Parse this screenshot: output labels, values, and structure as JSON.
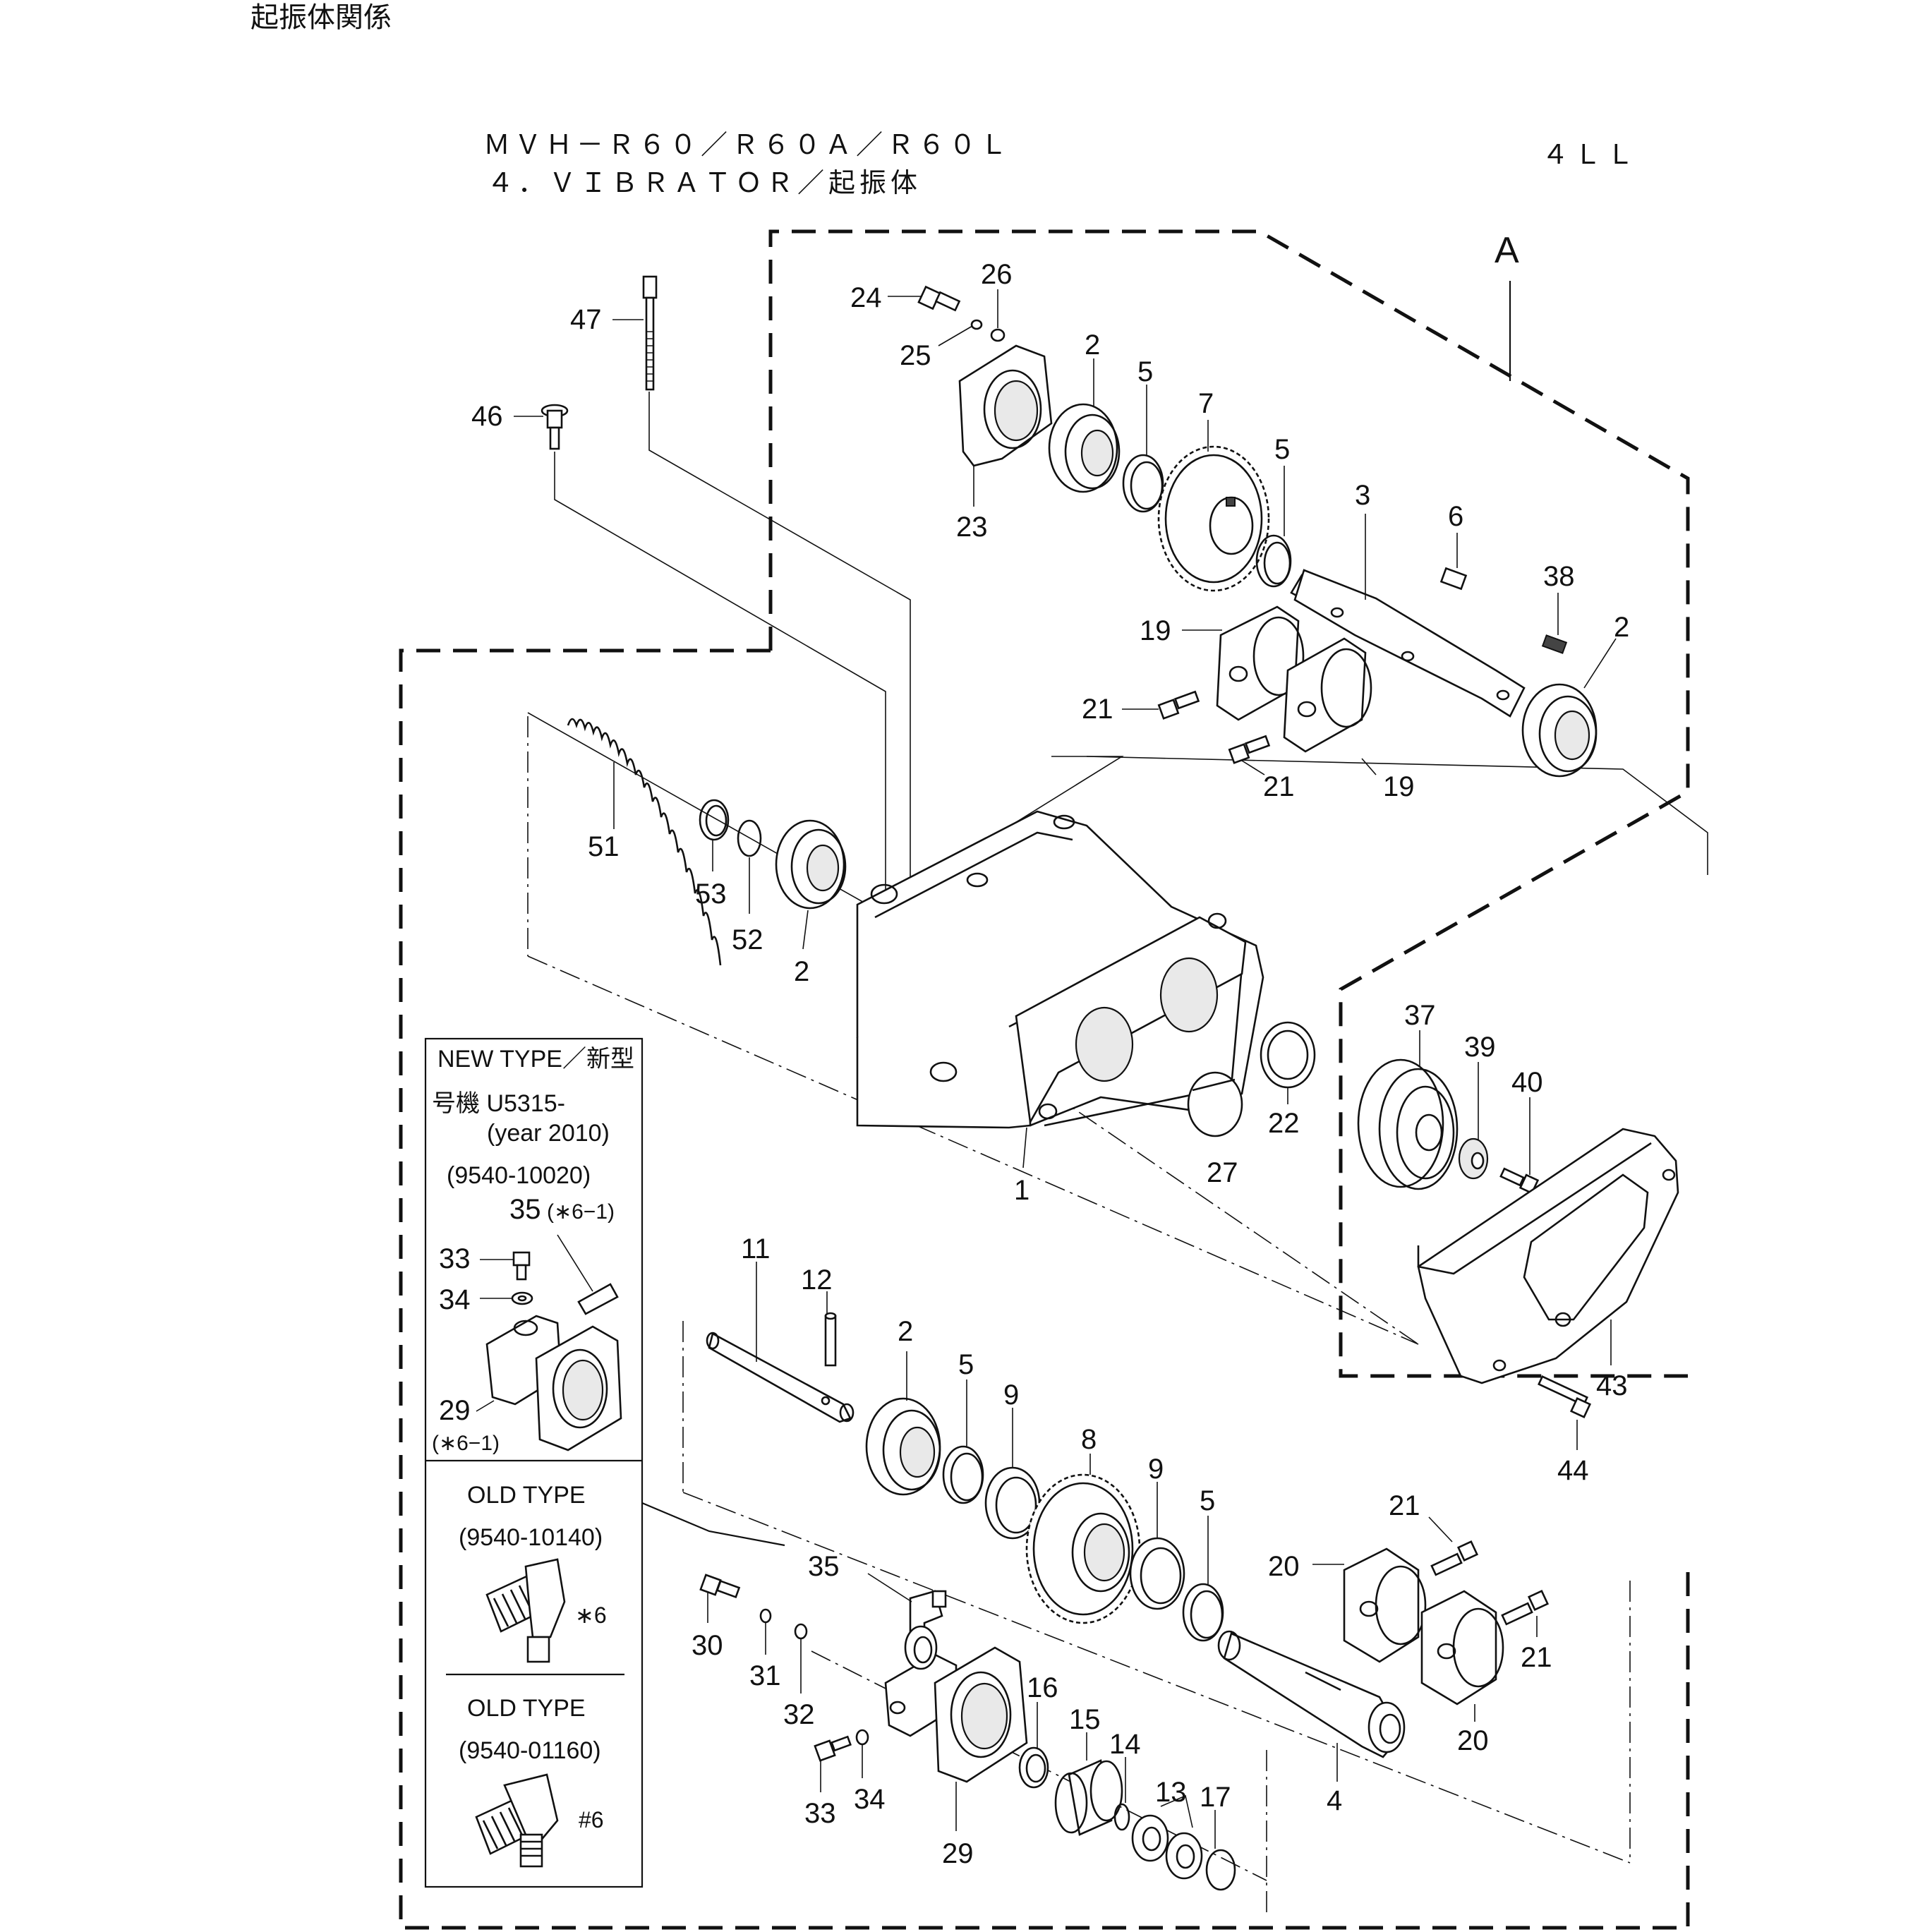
{
  "page": {
    "section_title": "起振体関係",
    "model": "ＭＶＨ－Ｒ６０／Ｒ６０Ａ／Ｒ６０Ｌ",
    "subtitle": "４．ＶＩＢＲＡＴＯＲ／起振体",
    "page_code": "４ＬＬ",
    "assembly_label": "A"
  },
  "new_type_box": {
    "title": "NEW TYPE／新型",
    "serial_line1": "号機  U5315-",
    "serial_line2": "(year 2010)",
    "part_no": "(9540-10020)",
    "label_35": "35",
    "note_35": "(∗6−1)",
    "label_33": "33",
    "label_34": "34",
    "label_29": "29",
    "note_29": "(∗6−1)"
  },
  "old_type_box_1": {
    "title": "OLD TYPE",
    "part_no": "(9540-10140)",
    "note": "∗6"
  },
  "old_type_box_2": {
    "title": "OLD TYPE",
    "part_no": "(9540-01160)",
    "note": "#6"
  },
  "callouts": [
    "24",
    "26",
    "25",
    "2",
    "5",
    "7",
    "23",
    "47",
    "46",
    "5",
    "3",
    "6",
    "38",
    "2",
    "19",
    "21",
    "21",
    "19",
    "51",
    "53",
    "52",
    "2",
    "1",
    "27",
    "22",
    "37",
    "39",
    "40",
    "43",
    "44",
    "11",
    "12",
    "2",
    "5",
    "9",
    "8",
    "9",
    "5",
    "21",
    "20",
    "21",
    "20",
    "4",
    "35",
    "30",
    "31",
    "32",
    "16",
    "15",
    "14",
    "13",
    "17",
    "33",
    "34",
    "29"
  ]
}
